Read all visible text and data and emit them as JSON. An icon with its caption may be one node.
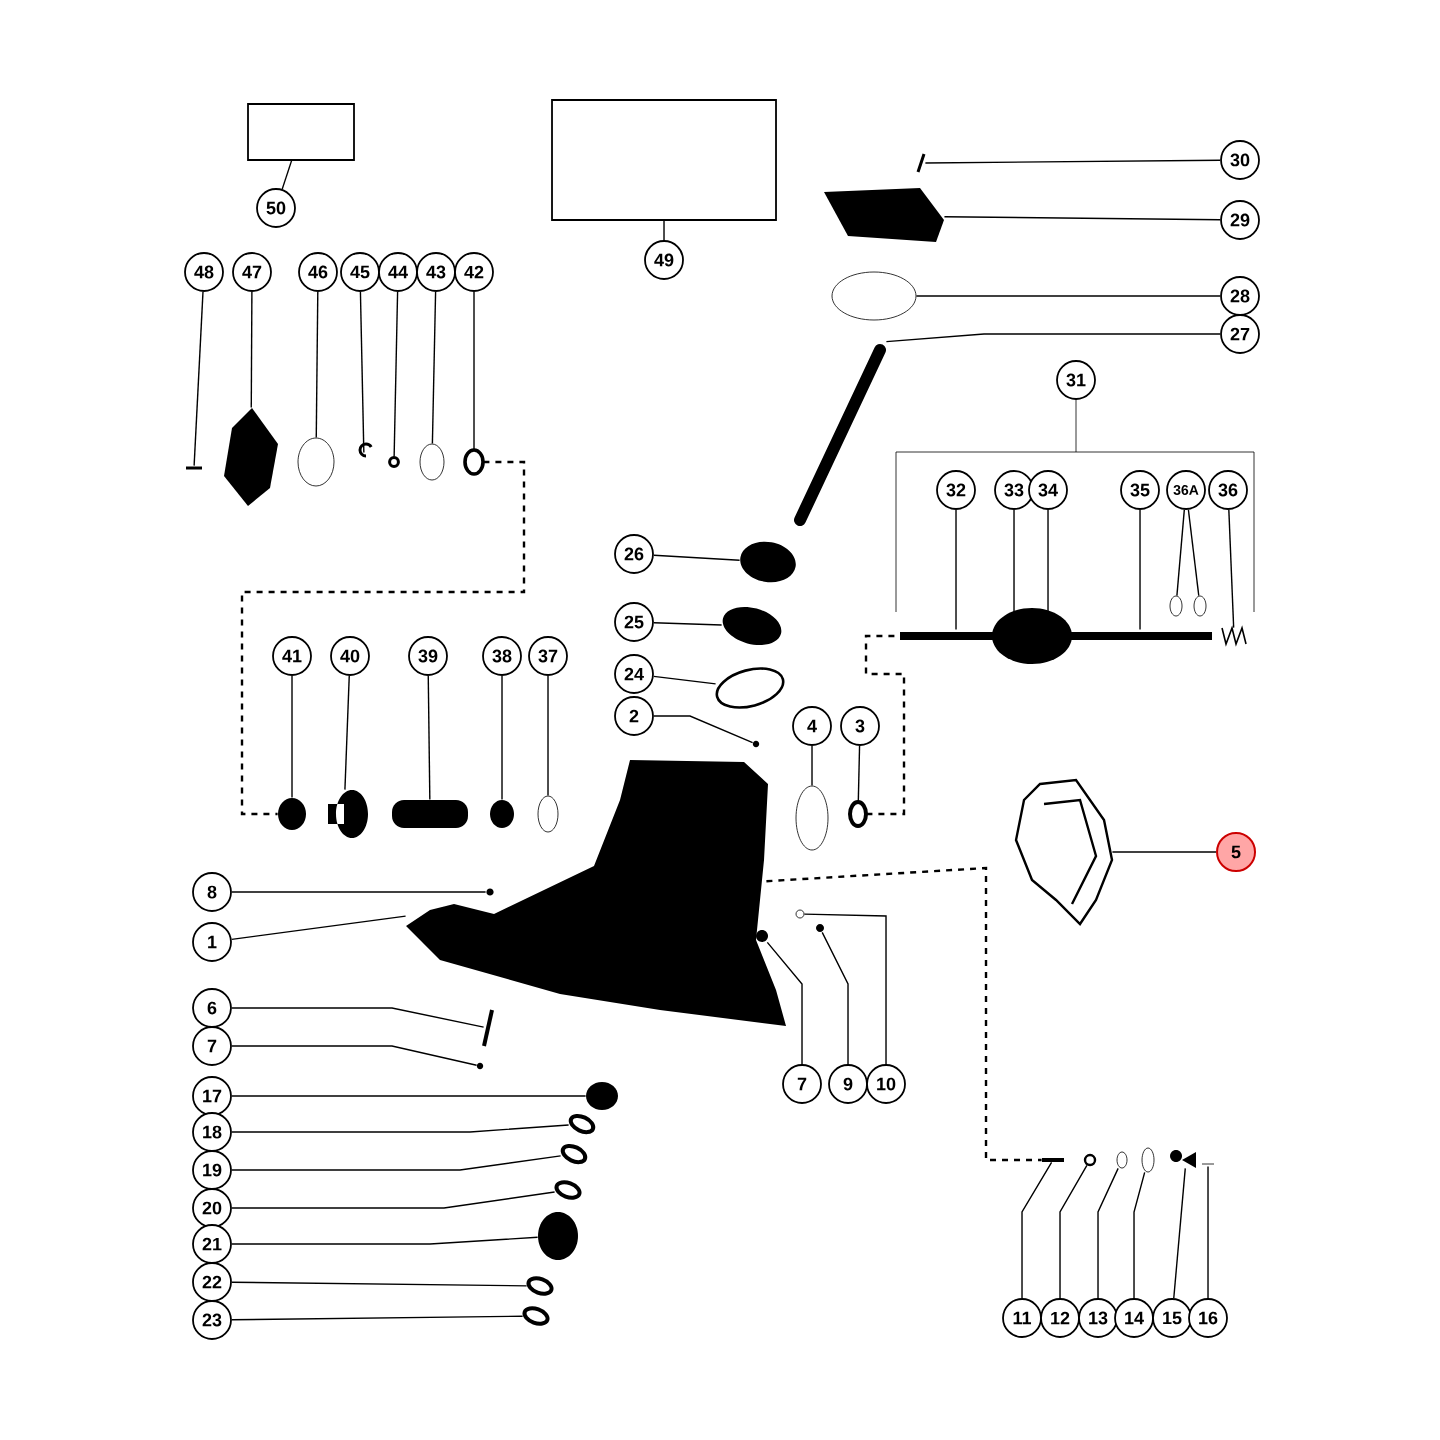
{
  "diagram": {
    "nodes": [
      {
        "text": [],
        "shape": "box"
      },
      {
        "text": [
          "50"
        ]
      },
      {
        "text": [],
        "shape": "box"
      },
      {
        "text": [
          "49"
        ]
      },
      {
        "text": [
          "30"
        ]
      },
      {
        "text": [
          "29"
        ]
      },
      {
        "text": [
          "48"
        ]
      },
      {
        "text": [
          "47"
        ]
      },
      {
        "text": [
          "46"
        ]
      },
      {
        "text": [
          "45"
        ]
      },
      {
        "text": [
          "44"
        ]
      },
      {
        "text": [
          "43"
        ]
      },
      {
        "text": [
          "42"
        ]
      },
      {
        "text": [
          "28"
        ]
      },
      {
        "text": [
          "27"
        ]
      },
      {
        "text": [
          "31"
        ]
      },
      {
        "text": [
          "32"
        ]
      },
      {
        "text": [
          "33"
        ]
      },
      {
        "text": [
          "34"
        ]
      },
      {
        "text": [
          "35"
        ]
      },
      {
        "text": [
          "36A"
        ]
      },
      {
        "text": [
          "36"
        ]
      },
      {
        "text": [
          "26"
        ]
      },
      {
        "text": [
          "41"
        ]
      },
      {
        "text": [
          "40"
        ]
      },
      {
        "text": [
          "39"
        ]
      },
      {
        "text": [
          "38"
        ]
      },
      {
        "text": [
          "37"
        ]
      },
      {
        "text": [
          "25"
        ]
      },
      {
        "text": [
          "24"
        ]
      },
      {
        "text": [
          "2"
        ]
      },
      {
        "text": [
          "4"
        ]
      },
      {
        "text": [
          "3"
        ]
      },
      {
        "text": [
          "5"
        ]
      },
      {
        "text": [
          "8"
        ]
      },
      {
        "text": [
          "1"
        ]
      },
      {
        "text": [
          "6"
        ]
      },
      {
        "text": [
          "7"
        ]
      },
      {
        "text": [
          "17"
        ]
      },
      {
        "text": [
          "18"
        ]
      },
      {
        "text": [
          "19"
        ]
      },
      {
        "text": [
          "20"
        ]
      },
      {
        "text": [
          "21"
        ]
      },
      {
        "text": [
          "22"
        ]
      },
      {
        "text": [
          "23"
        ]
      },
      {
        "text": [
          "7"
        ]
      },
      {
        "text": [
          "9"
        ]
      },
      {
        "text": [
          "10"
        ]
      },
      {
        "text": [
          "11"
        ]
      },
      {
        "text": [
          "12"
        ]
      },
      {
        "text": [
          "13"
        ]
      },
      {
        "text": [
          "14"
        ]
      },
      {
        "text": [
          "15"
        ]
      },
      {
        "text": [
          "16"
        ]
      },
      {
        "text": [],
        "shape": "bar"
      },
      {
        "text": [],
        "shape": "picture"
      },
      {
        "text": [],
        "shape": "bar"
      },
      {
        "text": [],
        "shape": "picture"
      },
      {
        "text": [],
        "shape": "circle"
      },
      {
        "text": [],
        "shape": "picture"
      },
      {
        "text": [],
        "shape": "circle"
      },
      {
        "text": [],
        "shape": "circle"
      },
      {
        "text": [],
        "shape": "circle"
      },
      {
        "text": [],
        "shape": "circle"
      },
      {
        "text": [],
        "shape": "bar"
      },
      {
        "text": [],
        "shape": "picture"
      },
      {
        "text": [],
        "shape": "circle"
      },
      {
        "text": [],
        "shape": "circle"
      },
      {
        "text": [],
        "shape": "picture"
      },
      {
        "text": [],
        "shape": "circle"
      },
      {
        "text": [],
        "shape": "circle"
      },
      {
        "text": [],
        "shape": "picture"
      },
      {
        "text": [],
        "shape": "bar"
      },
      {
        "text": [],
        "shape": "circle"
      },
      {
        "text": [],
        "shape": "circle"
      },
      {
        "text": [],
        "shape": "circle"
      },
      {
        "text": [],
        "shape": "circle"
      },
      {
        "text": [],
        "shape": "circle"
      },
      {
        "text": [],
        "shape": "circle"
      },
      {
        "text": [],
        "shape": "circle"
      },
      {
        "text": [],
        "shape": "picture"
      },
      {
        "text": [],
        "shape": "circle"
      },
      {
        "text": [],
        "shape": "picture"
      },
      {
        "text": [],
        "shape": "bar"
      },
      {
        "text": [],
        "shape": "circle"
      },
      {
        "text": [],
        "shape": "circle"
      },
      {
        "text": [],
        "shape": "circle"
      },
      {
        "text": [],
        "shape": "circle"
      },
      {
        "text": [],
        "shape": "circle"
      },
      {
        "text": [],
        "shape": "circle"
      },
      {
        "text": [],
        "shape": "circle"
      },
      {
        "text": [],
        "shape": "circle"
      },
      {
        "text": [],
        "shape": "circle"
      },
      {
        "text": [],
        "shape": "circle"
      },
      {
        "text": [],
        "shape": "circle"
      },
      {
        "text": [],
        "shape": "bar"
      },
      {
        "text": [],
        "shape": "circle"
      },
      {
        "text": [],
        "shape": "circle"
      },
      {
        "text": [],
        "shape": "circle"
      },
      {
        "text": [],
        "shape": "picture"
      },
      {
        "text": [],
        "shape": "bar"
      }
    ],
    "edges": [
      {
        "from": 0,
        "to": 1,
        "arrow": "none"
      },
      {
        "from": 2,
        "to": 3,
        "arrow": "none"
      },
      {
        "from": 4,
        "to": 54,
        "arrow": "none"
      },
      {
        "from": 5,
        "to": 55,
        "arrow": "none"
      },
      {
        "from": 6,
        "to": 56,
        "arrow": "none"
      },
      {
        "from": 7,
        "to": 57,
        "arrow": "none"
      },
      {
        "from": 8,
        "to": 58,
        "arrow": "none"
      },
      {
        "from": 9,
        "to": 59,
        "arrow": "none"
      },
      {
        "from": 10,
        "to": 60,
        "arrow": "none"
      },
      {
        "from": 11,
        "to": 61,
        "arrow": "none"
      },
      {
        "from": 12,
        "to": 62,
        "arrow": "none"
      },
      {
        "from": 13,
        "to": 63,
        "arrow": "none"
      },
      {
        "from": 14,
        "to": 64,
        "arrow": "none"
      },
      {
        "from": 16,
        "to": 65,
        "arrow": "none"
      },
      {
        "from": 17,
        "to": 65,
        "arrow": "none"
      },
      {
        "from": 18,
        "to": 65,
        "arrow": "none"
      },
      {
        "from": 19,
        "to": 65,
        "arrow": "none"
      },
      {
        "from": 20,
        "to": 66,
        "arrow": "none"
      },
      {
        "from": 20,
        "to": 67,
        "arrow": "none"
      },
      {
        "from": 21,
        "to": 68,
        "arrow": "none"
      },
      {
        "from": 22,
        "to": 69,
        "arrow": "none"
      },
      {
        "from": 23,
        "to": 70,
        "arrow": "none"
      },
      {
        "from": 24,
        "to": 71,
        "arrow": "none"
      },
      {
        "from": 25,
        "to": 72,
        "arrow": "none"
      },
      {
        "from": 26,
        "to": 73,
        "arrow": "none"
      },
      {
        "from": 27,
        "to": 74,
        "arrow": "none"
      },
      {
        "from": 28,
        "to": 75,
        "arrow": "none"
      },
      {
        "from": 29,
        "to": 76,
        "arrow": "none"
      },
      {
        "from": 30,
        "to": 77,
        "arrow": "none"
      },
      {
        "from": 31,
        "to": 78,
        "arrow": "none"
      },
      {
        "from": 32,
        "to": 79,
        "arrow": "none"
      },
      {
        "from": 33,
        "to": 80,
        "arrow": "none"
      },
      {
        "from": 34,
        "to": 81,
        "arrow": "none"
      },
      {
        "from": 35,
        "to": 82,
        "arrow": "none"
      },
      {
        "from": 36,
        "to": 83,
        "arrow": "none"
      },
      {
        "from": 37,
        "to": 84,
        "arrow": "none"
      },
      {
        "from": 38,
        "to": 85,
        "arrow": "none"
      },
      {
        "from": 39,
        "to": 86,
        "arrow": "none"
      },
      {
        "from": 40,
        "to": 87,
        "arrow": "none"
      },
      {
        "from": 41,
        "to": 88,
        "arrow": "none"
      },
      {
        "from": 42,
        "to": 89,
        "arrow": "none"
      },
      {
        "from": 43,
        "to": 90,
        "arrow": "none"
      },
      {
        "from": 44,
        "to": 91,
        "arrow": "none"
      },
      {
        "from": 45,
        "to": 92,
        "arrow": "none"
      },
      {
        "from": 46,
        "to": 93,
        "arrow": "none"
      },
      {
        "from": 47,
        "to": 94,
        "arrow": "none"
      },
      {
        "from": 48,
        "to": 95,
        "arrow": "none"
      },
      {
        "from": 49,
        "to": 96,
        "arrow": "none"
      },
      {
        "from": 50,
        "to": 97,
        "arrow": "none"
      },
      {
        "from": 51,
        "to": 98,
        "arrow": "none"
      },
      {
        "from": 52,
        "to": 99,
        "arrow": "none"
      },
      {
        "from": 53,
        "to": 100,
        "arrow": "none"
      },
      {
        "from": 62,
        "to": 70,
        "arrow": "none",
        "style": "dashed"
      },
      {
        "from": 79,
        "to": 65,
        "arrow": "none",
        "style": "dashed"
      },
      {
        "from": 82,
        "to": 95,
        "arrow": "none",
        "style": "dashed"
      }
    ]
  }
}
